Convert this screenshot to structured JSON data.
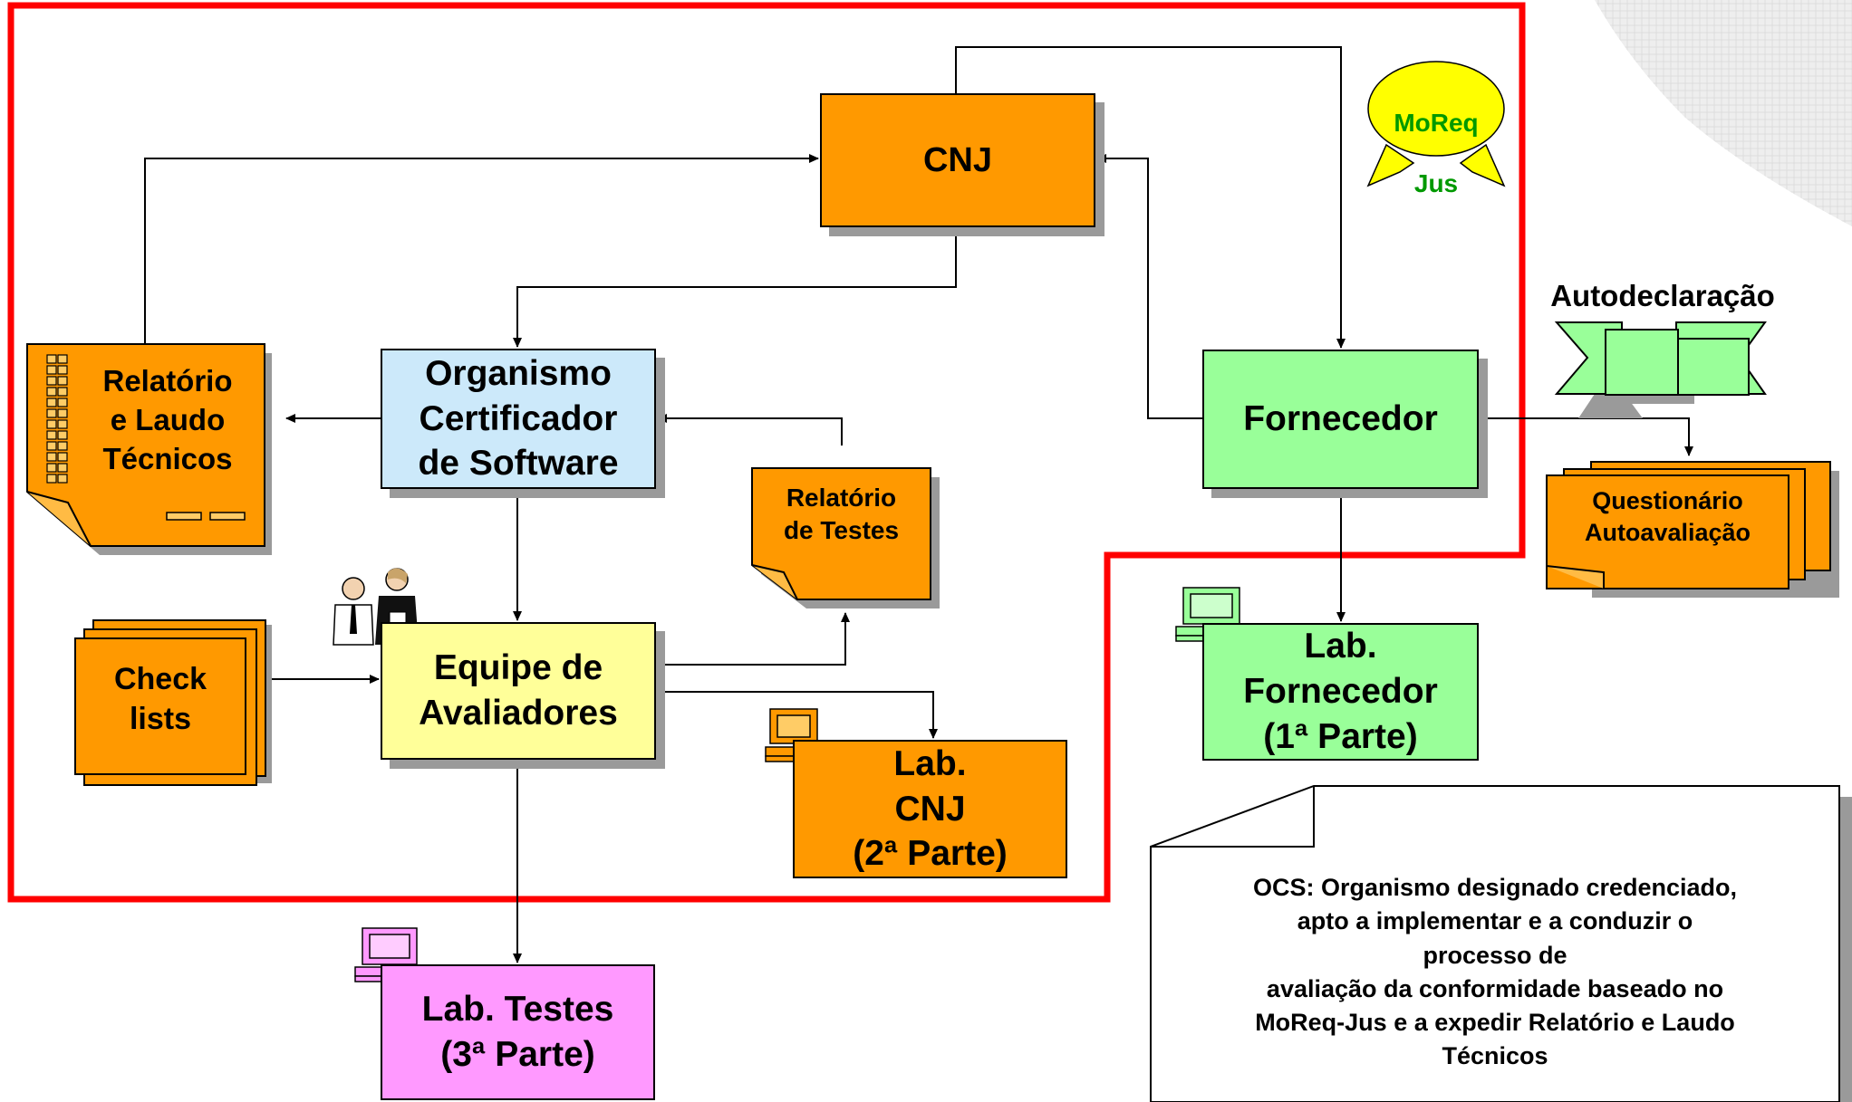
{
  "nodes": {
    "cnj": "CNJ",
    "ocs": "Organismo\nCertificador\nde Software",
    "equipe": "Equipe de\nAvaliadores",
    "fornecedor": "Fornecedor",
    "relatorio_laudo": "Relatório\ne Laudo\nTécnicos",
    "relatorio_testes": "Relatório\nde Testes",
    "checklists": "Check\nlists",
    "lab_cnj": "Lab.\nCNJ\n(2ª Parte)",
    "lab_fornecedor": "Lab.\nFornecedor\n(1ª Parte)",
    "lab_testes": "Lab. Testes\n(3ª Parte)",
    "questionario": "Questionário\nAutoavaliação"
  },
  "badge": {
    "line1": "MoReq",
    "line2": "Jus"
  },
  "autodeclaracao": "Autodeclaração",
  "note": "OCS: Organismo designado credenciado,\napto a implementar e a conduzir o\nprocesso de\navaliação da conformidade baseado no\nMoReq-Jus e a expedir Relatório e Laudo\nTécnicos",
  "colors": {
    "orange": "#ff9900",
    "blue": "#cce9fa",
    "yellow": "#ffff99",
    "green": "#99ff99",
    "pink": "#ff99ff",
    "boundary": "#ff0000",
    "badge_fill": "#ffff00",
    "badge_text": "#009900"
  },
  "icons": [
    "people-icon",
    "computer-icon",
    "ribbon-banner-icon",
    "checklist-icon",
    "texture-corner-icon"
  ]
}
